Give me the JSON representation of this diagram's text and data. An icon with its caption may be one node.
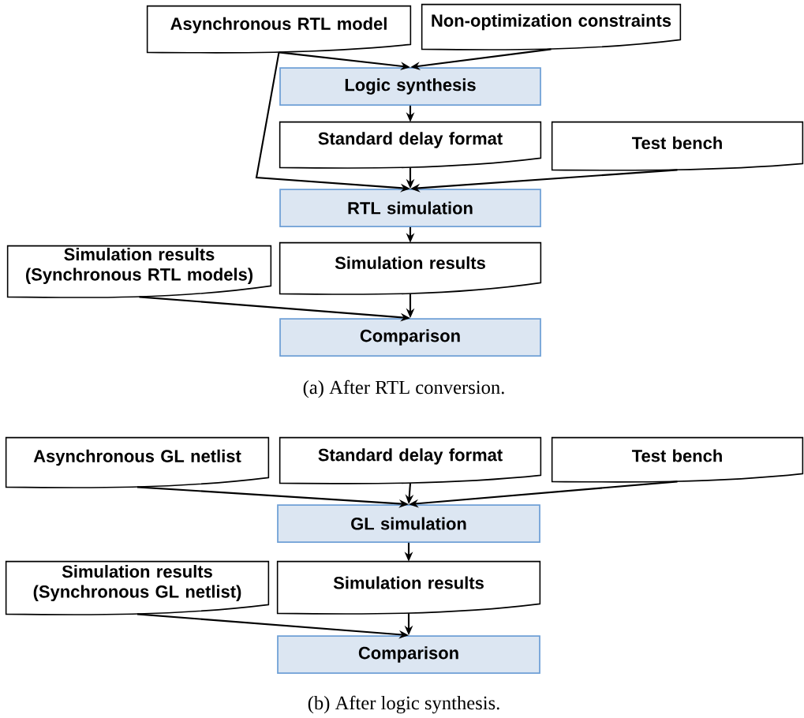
{
  "diagram": {
    "nodes": [
      {
        "text": [
          "Asynchronous RTL model"
        ]
      },
      {
        "text": [
          "Non-optimization constraints"
        ]
      },
      {
        "text": [
          "Logic synthesis"
        ]
      },
      {
        "text": [
          "Standard delay format"
        ]
      },
      {
        "text": [
          "Test bench"
        ]
      },
      {
        "text": [
          "RTL simulation"
        ]
      },
      {
        "text": [
          "Simulation results (Synchronous RTL models)"
        ]
      },
      {
        "text": [
          "Simulation results"
        ]
      },
      {
        "text": [
          "Comparison"
        ]
      },
      {
        "text": [
          "Asynchronous GL netlist"
        ]
      },
      {
        "text": [
          "Standard delay format"
        ]
      },
      {
        "text": [
          "Test bench"
        ]
      },
      {
        "text": [
          "GL simulation"
        ]
      },
      {
        "text": [
          "Simulation results (Synchronous GL netlist)"
        ]
      },
      {
        "text": [
          "Simulation results"
        ]
      },
      {
        "text": [
          "Comparison"
        ]
      }
    ],
    "edges": [
      {
        "from": 0,
        "to": 2,
        "arrow": "to"
      },
      {
        "from": 1,
        "to": 2,
        "arrow": "to"
      },
      {
        "from": 2,
        "to": 3,
        "arrow": "to"
      },
      {
        "from": 0,
        "to": 5,
        "arrow": "to"
      },
      {
        "from": 3,
        "to": 5,
        "arrow": "to"
      },
      {
        "from": 4,
        "to": 5,
        "arrow": "to"
      },
      {
        "from": 5,
        "to": 7,
        "arrow": "to"
      },
      {
        "from": 6,
        "to": 8,
        "arrow": "to"
      },
      {
        "from": 7,
        "to": 8,
        "arrow": "to"
      },
      {
        "from": 9,
        "to": 12,
        "arrow": "to"
      },
      {
        "from": 10,
        "to": 12,
        "arrow": "to"
      },
      {
        "from": 11,
        "to": 12,
        "arrow": "to"
      },
      {
        "from": 12,
        "to": 14,
        "arrow": "to"
      },
      {
        "from": 13,
        "to": 15,
        "arrow": "to"
      },
      {
        "from": 14,
        "to": 15,
        "arrow": "to"
      }
    ],
    "labels": [
      "(a) After RTL conversion.",
      "(b) After logic synthesis."
    ]
  }
}
